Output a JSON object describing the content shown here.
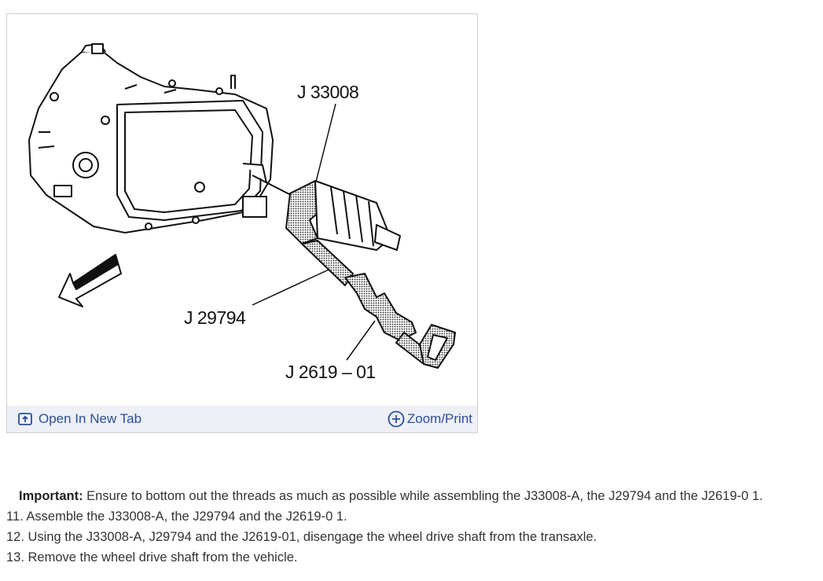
{
  "figure": {
    "callouts": {
      "tool_a": "J 33008",
      "tool_b": "J 29794",
      "tool_c": "J 2619 – 01"
    },
    "toolbar": {
      "open_label": "Open In New Tab",
      "zoom_label": "Zoom/Print",
      "open_icon": "open-new-tab-icon",
      "zoom_icon": "zoom-plus-icon"
    }
  },
  "instructions": {
    "important_label": "Important:",
    "important_text": " Ensure to bottom out the threads as much as possible while assembling the J33008-A, the J29794 and the J2619-0 1.",
    "steps": [
      "11. Assemble the J33008-A, the J29794 and the J2619-0 1.",
      "12. Using the J33008-A, J29794 and the J2619-01, disengage the wheel drive shaft from the transaxle.",
      "13. Remove the wheel drive shaft from the vehicle."
    ]
  },
  "colors": {
    "link": "#2a4f9a",
    "toolbar_bg": "#eef0f5",
    "border": "#cfcfcf"
  }
}
